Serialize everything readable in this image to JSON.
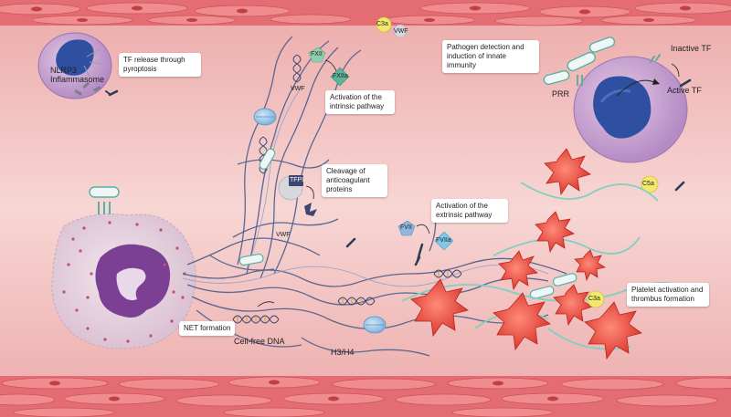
{
  "boxes": {
    "tf_release": "TF release through pyroptosis",
    "pathogen_detection": "Pathogen detection and induction of innate immunity",
    "intrinsic": "Activation of the intrinsic pathway",
    "cleavage": "Cleavage of anticoagulant proteins",
    "extrinsic": "Activation of the extrinsic pathway",
    "platelet": "Platelet activation and thrombus formation",
    "net": "NET formation"
  },
  "labels": {
    "nlrp3": "NLRP3",
    "inflammasome": "Inflammasome",
    "c3a_top": "C3a",
    "vwf_top": "VWF",
    "fxii": "FXII",
    "fxiia": "FXIIa",
    "vwf_mid": "VWF",
    "tfpi": "TFPI",
    "vwf_low": "VWF",
    "fvii": "FVII",
    "fviia": "FVIIa",
    "inactive_tf": "Inactive TF",
    "active_tf": "Active TF",
    "prr": "PRR",
    "c5a": "C5a",
    "c3a_right": "C3a",
    "cell_free_dna": "Cell-free DNA",
    "h3h4": "H3/H4"
  },
  "colors": {
    "vessel_wall": "#e8747a",
    "lumen": "#f3c9c8",
    "dna": "#5a6791",
    "platelet": "#e8453a",
    "neutrophil_nucleus": "#7b3f93",
    "macrophage_nucleus": "#2f4fa0",
    "receptor": "#6cbcb0"
  },
  "icons": [
    "bacterium-icon",
    "tissue-factor-icon",
    "histone-icon",
    "platelet-icon"
  ]
}
